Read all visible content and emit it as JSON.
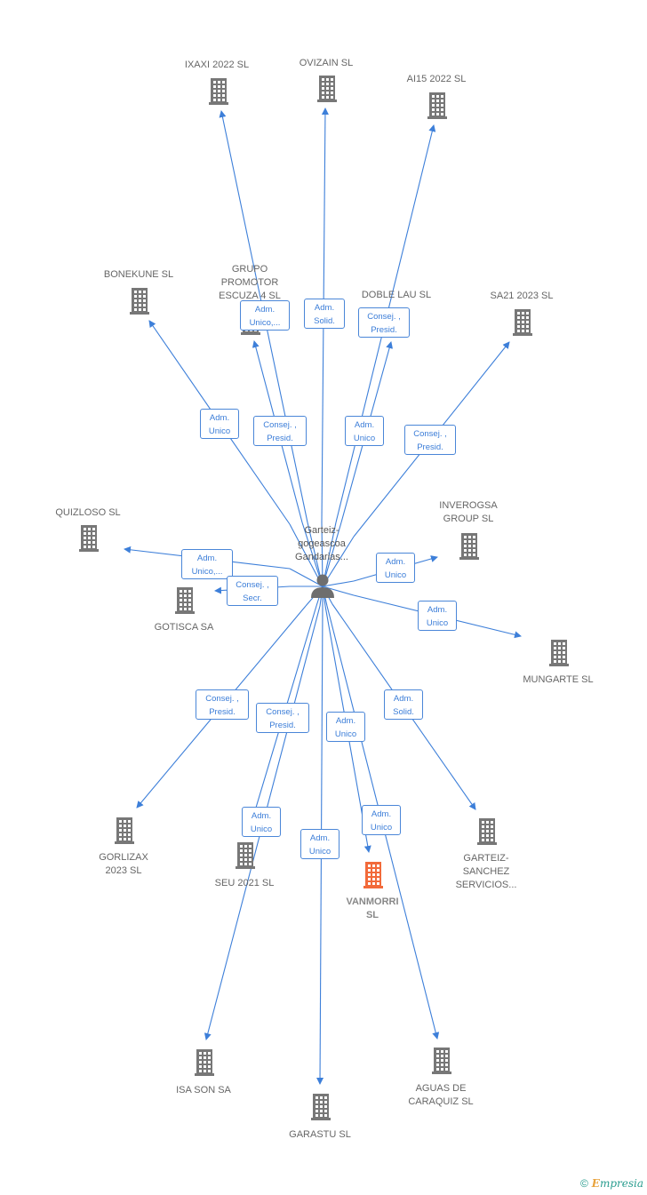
{
  "person": {
    "name_line1": "Garteiz-",
    "name_line2": "gogeascoa",
    "name_line3": "Gandarias..."
  },
  "colors": {
    "edge": "#3d7fd9",
    "building": "#777777",
    "focus_building": "#f26a3a",
    "label": "#666666"
  },
  "companies": [
    {
      "id": "ixaxi",
      "lines": [
        "IXAXI 2022  SL"
      ],
      "focus": false
    },
    {
      "id": "ovizain",
      "lines": [
        "OVIZAIN  SL"
      ],
      "focus": false
    },
    {
      "id": "ai15",
      "lines": [
        "AI15 2022  SL"
      ],
      "focus": false
    },
    {
      "id": "bonekune",
      "lines": [
        "BONEKUNE  SL"
      ],
      "focus": false
    },
    {
      "id": "grupo",
      "lines": [
        "GRUPO",
        "PROMOTOR",
        "ESCUZA 4  SL"
      ],
      "focus": false
    },
    {
      "id": "doblelau",
      "lines": [
        "DOBLE LAU SL"
      ],
      "focus": false
    },
    {
      "id": "sa21",
      "lines": [
        "SA21 2023  SL"
      ],
      "focus": false
    },
    {
      "id": "quizloso",
      "lines": [
        "QUIZLOSO  SL"
      ],
      "focus": false
    },
    {
      "id": "inverogsa",
      "lines": [
        "INVEROGSA",
        "GROUP  SL"
      ],
      "focus": false
    },
    {
      "id": "gotisca",
      "lines": [
        "GOTISCA SA"
      ],
      "focus": false
    },
    {
      "id": "mungarte",
      "lines": [
        "MUNGARTE SL"
      ],
      "focus": false
    },
    {
      "id": "gorlizax",
      "lines": [
        "GORLIZAX",
        "2023  SL"
      ],
      "focus": false
    },
    {
      "id": "seu",
      "lines": [
        "SEU 2021  SL"
      ],
      "focus": false
    },
    {
      "id": "vanmorri",
      "lines": [
        "VANMORRI",
        "SL"
      ],
      "focus": true
    },
    {
      "id": "garteizsanchez",
      "lines": [
        "GARTEIZ-",
        "SANCHEZ",
        "SERVICIOS..."
      ],
      "focus": false
    },
    {
      "id": "isason",
      "lines": [
        "ISA SON SA"
      ],
      "focus": false
    },
    {
      "id": "garastu",
      "lines": [
        "GARASTU SL"
      ],
      "focus": false
    },
    {
      "id": "aguas",
      "lines": [
        "AGUAS DE",
        "CARAQUIZ SL"
      ],
      "focus": false
    }
  ],
  "relations": [
    {
      "target": "ixaxi",
      "lines": [
        "Adm.",
        "Unico,..."
      ]
    },
    {
      "target": "ovizain",
      "lines": [
        "Adm.",
        "Solid."
      ]
    },
    {
      "target": "ai15",
      "lines": [
        "Consej. ,",
        "Presid."
      ]
    },
    {
      "target": "bonekune",
      "lines": [
        "Adm.",
        "Unico"
      ]
    },
    {
      "target": "grupo",
      "lines": [
        "Consej. ,",
        "Presid."
      ]
    },
    {
      "target": "doblelau",
      "lines": [
        "Adm.",
        "Unico"
      ]
    },
    {
      "target": "sa21",
      "lines": [
        "Consej. ,",
        "Presid."
      ]
    },
    {
      "target": "quizloso",
      "lines": [
        "Adm.",
        "Unico,..."
      ]
    },
    {
      "target": "inverogsa",
      "lines": [
        "Adm.",
        "Unico"
      ]
    },
    {
      "target": "gotisca",
      "lines": [
        "Consej. ,",
        "Secr."
      ]
    },
    {
      "target": "mungarte",
      "lines": [
        "Adm.",
        "Unico"
      ]
    },
    {
      "target": "gorlizax",
      "lines": [
        "Consej. ,",
        "Presid."
      ]
    },
    {
      "target": "seu",
      "lines": [
        "Adm.",
        "Unico"
      ]
    },
    {
      "target": "isason",
      "lines": [
        "Consej. ,",
        "Presid."
      ]
    },
    {
      "target": "vanmorri",
      "lines": [
        "Adm.",
        "Unico"
      ]
    },
    {
      "target": "garteizsanchez",
      "lines": [
        "Adm.",
        "Solid."
      ]
    },
    {
      "target": "garastu",
      "lines": [
        "Adm.",
        "Unico"
      ]
    },
    {
      "target": "aguas",
      "lines": [
        "Adm.",
        "Unico"
      ]
    }
  ],
  "footer": {
    "copyright": "©",
    "brand_first": "E",
    "brand_rest": "mpresia"
  }
}
